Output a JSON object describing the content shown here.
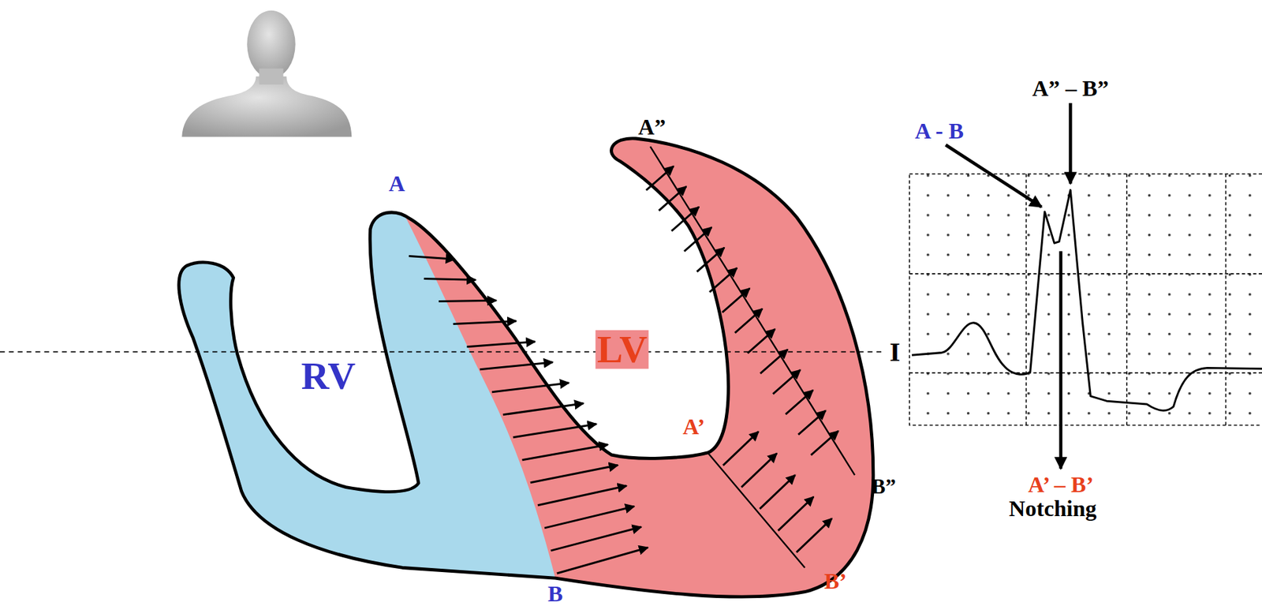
{
  "diagram": {
    "labels": [
      "A",
      "B",
      "RV",
      "LV",
      "A”",
      "A’",
      "B’",
      "B”",
      "I",
      "A - B",
      "A” – B”",
      "A’ – B’",
      "Notching"
    ]
  }
}
